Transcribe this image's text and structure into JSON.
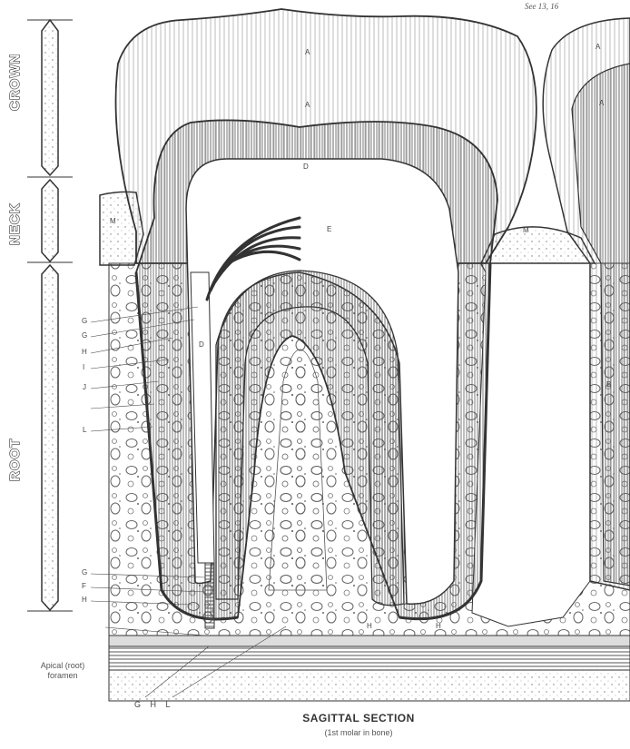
{
  "reference": "See 13, 16",
  "vertical_labels": {
    "crown": "CROWN",
    "neck": "NECK",
    "root": "ROOT"
  },
  "tooth_labels": {
    "enamel": "A",
    "dentin": "B",
    "pulp_chamber": "D",
    "pulp_cavity": "E",
    "gingiva": "M"
  },
  "side_letters": [
    "G",
    "G",
    "H",
    "I",
    "J",
    "L"
  ],
  "lower_letters": [
    "G",
    "F",
    "H"
  ],
  "floor_letters": [
    "H",
    "H"
  ],
  "apical_label": "Apical (root) foramen",
  "bottom_letters": "G H L",
  "caption": {
    "title": "SAGITTAL SECTION",
    "subtitle": "(1st molar in bone)"
  },
  "colors": {
    "ink": "#333333",
    "paper": "#ffffff",
    "shade": "#dddddd"
  }
}
